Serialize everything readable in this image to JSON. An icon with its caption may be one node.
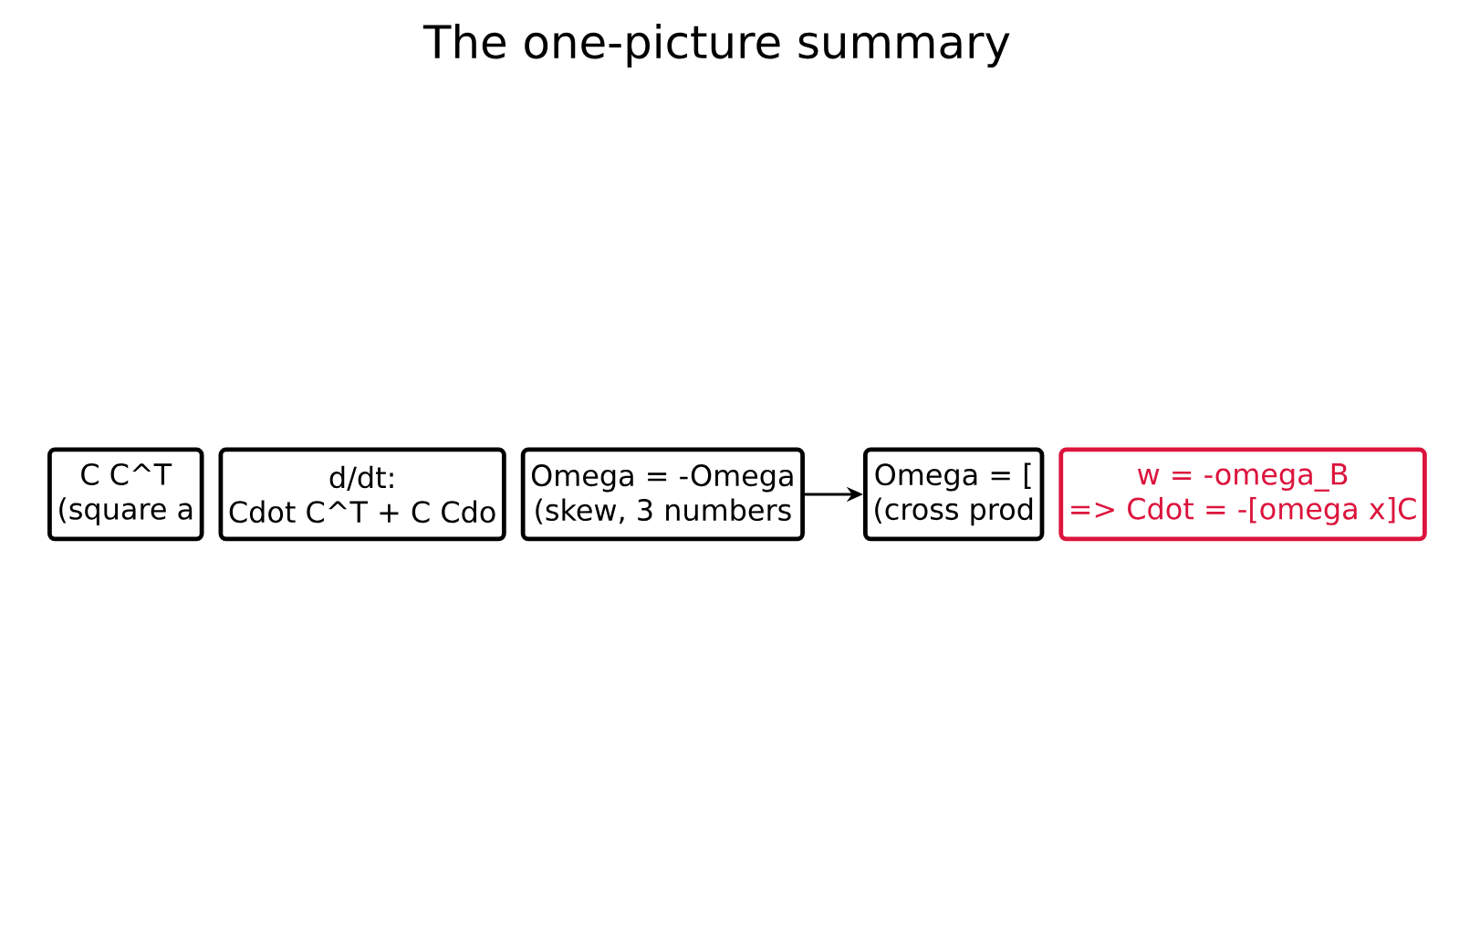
{
  "diagram": {
    "title": "The one-picture summary",
    "nodes": [
      {
        "text": [
          "C C^T",
          "(square a"
        ]
      },
      {
        "text": [
          "d/dt:",
          "Cdot C^T + C Cdo"
        ]
      },
      {
        "text": [
          "Omega = -Omega",
          "(skew, 3 numbers"
        ]
      },
      {
        "text": [
          "Omega = [",
          "(cross prod"
        ]
      },
      {
        "text": [
          "w = -omega_B",
          "=> Cdot = -[omega x]C"
        ]
      }
    ],
    "edges": [
      {
        "from": 2,
        "to": 3,
        "arrow": "to"
      }
    ]
  }
}
